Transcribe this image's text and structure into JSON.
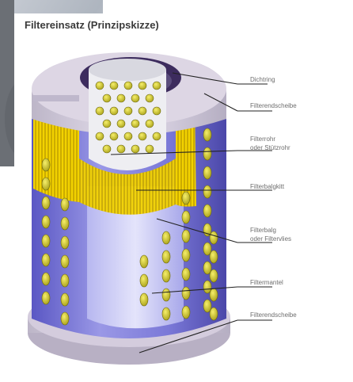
{
  "title": "Filtereinsatz (Prinzipskizze)",
  "labels": {
    "dichtring": "Dichtring",
    "filterendscheibe": "Filterendscheibe",
    "filterrohr_1": "Filterrohr",
    "filterrohr_2": "oder Stützrohr",
    "filterbalgkitt": "Filterbalgkitt",
    "filterbalg_1": "Filterbalg",
    "filterbalg_2": "oder Filtervlies",
    "filtermantel": "Filtermantel",
    "filterendscheibe_unten": "Filterendscheibe"
  },
  "colors": {
    "mantle": "#7a78d6",
    "mantle_dark": "#4a46a8",
    "pleats": "#f0d000",
    "hole": "#d6cf2a",
    "endcap": "#cfc8d8",
    "line": "#222222"
  }
}
